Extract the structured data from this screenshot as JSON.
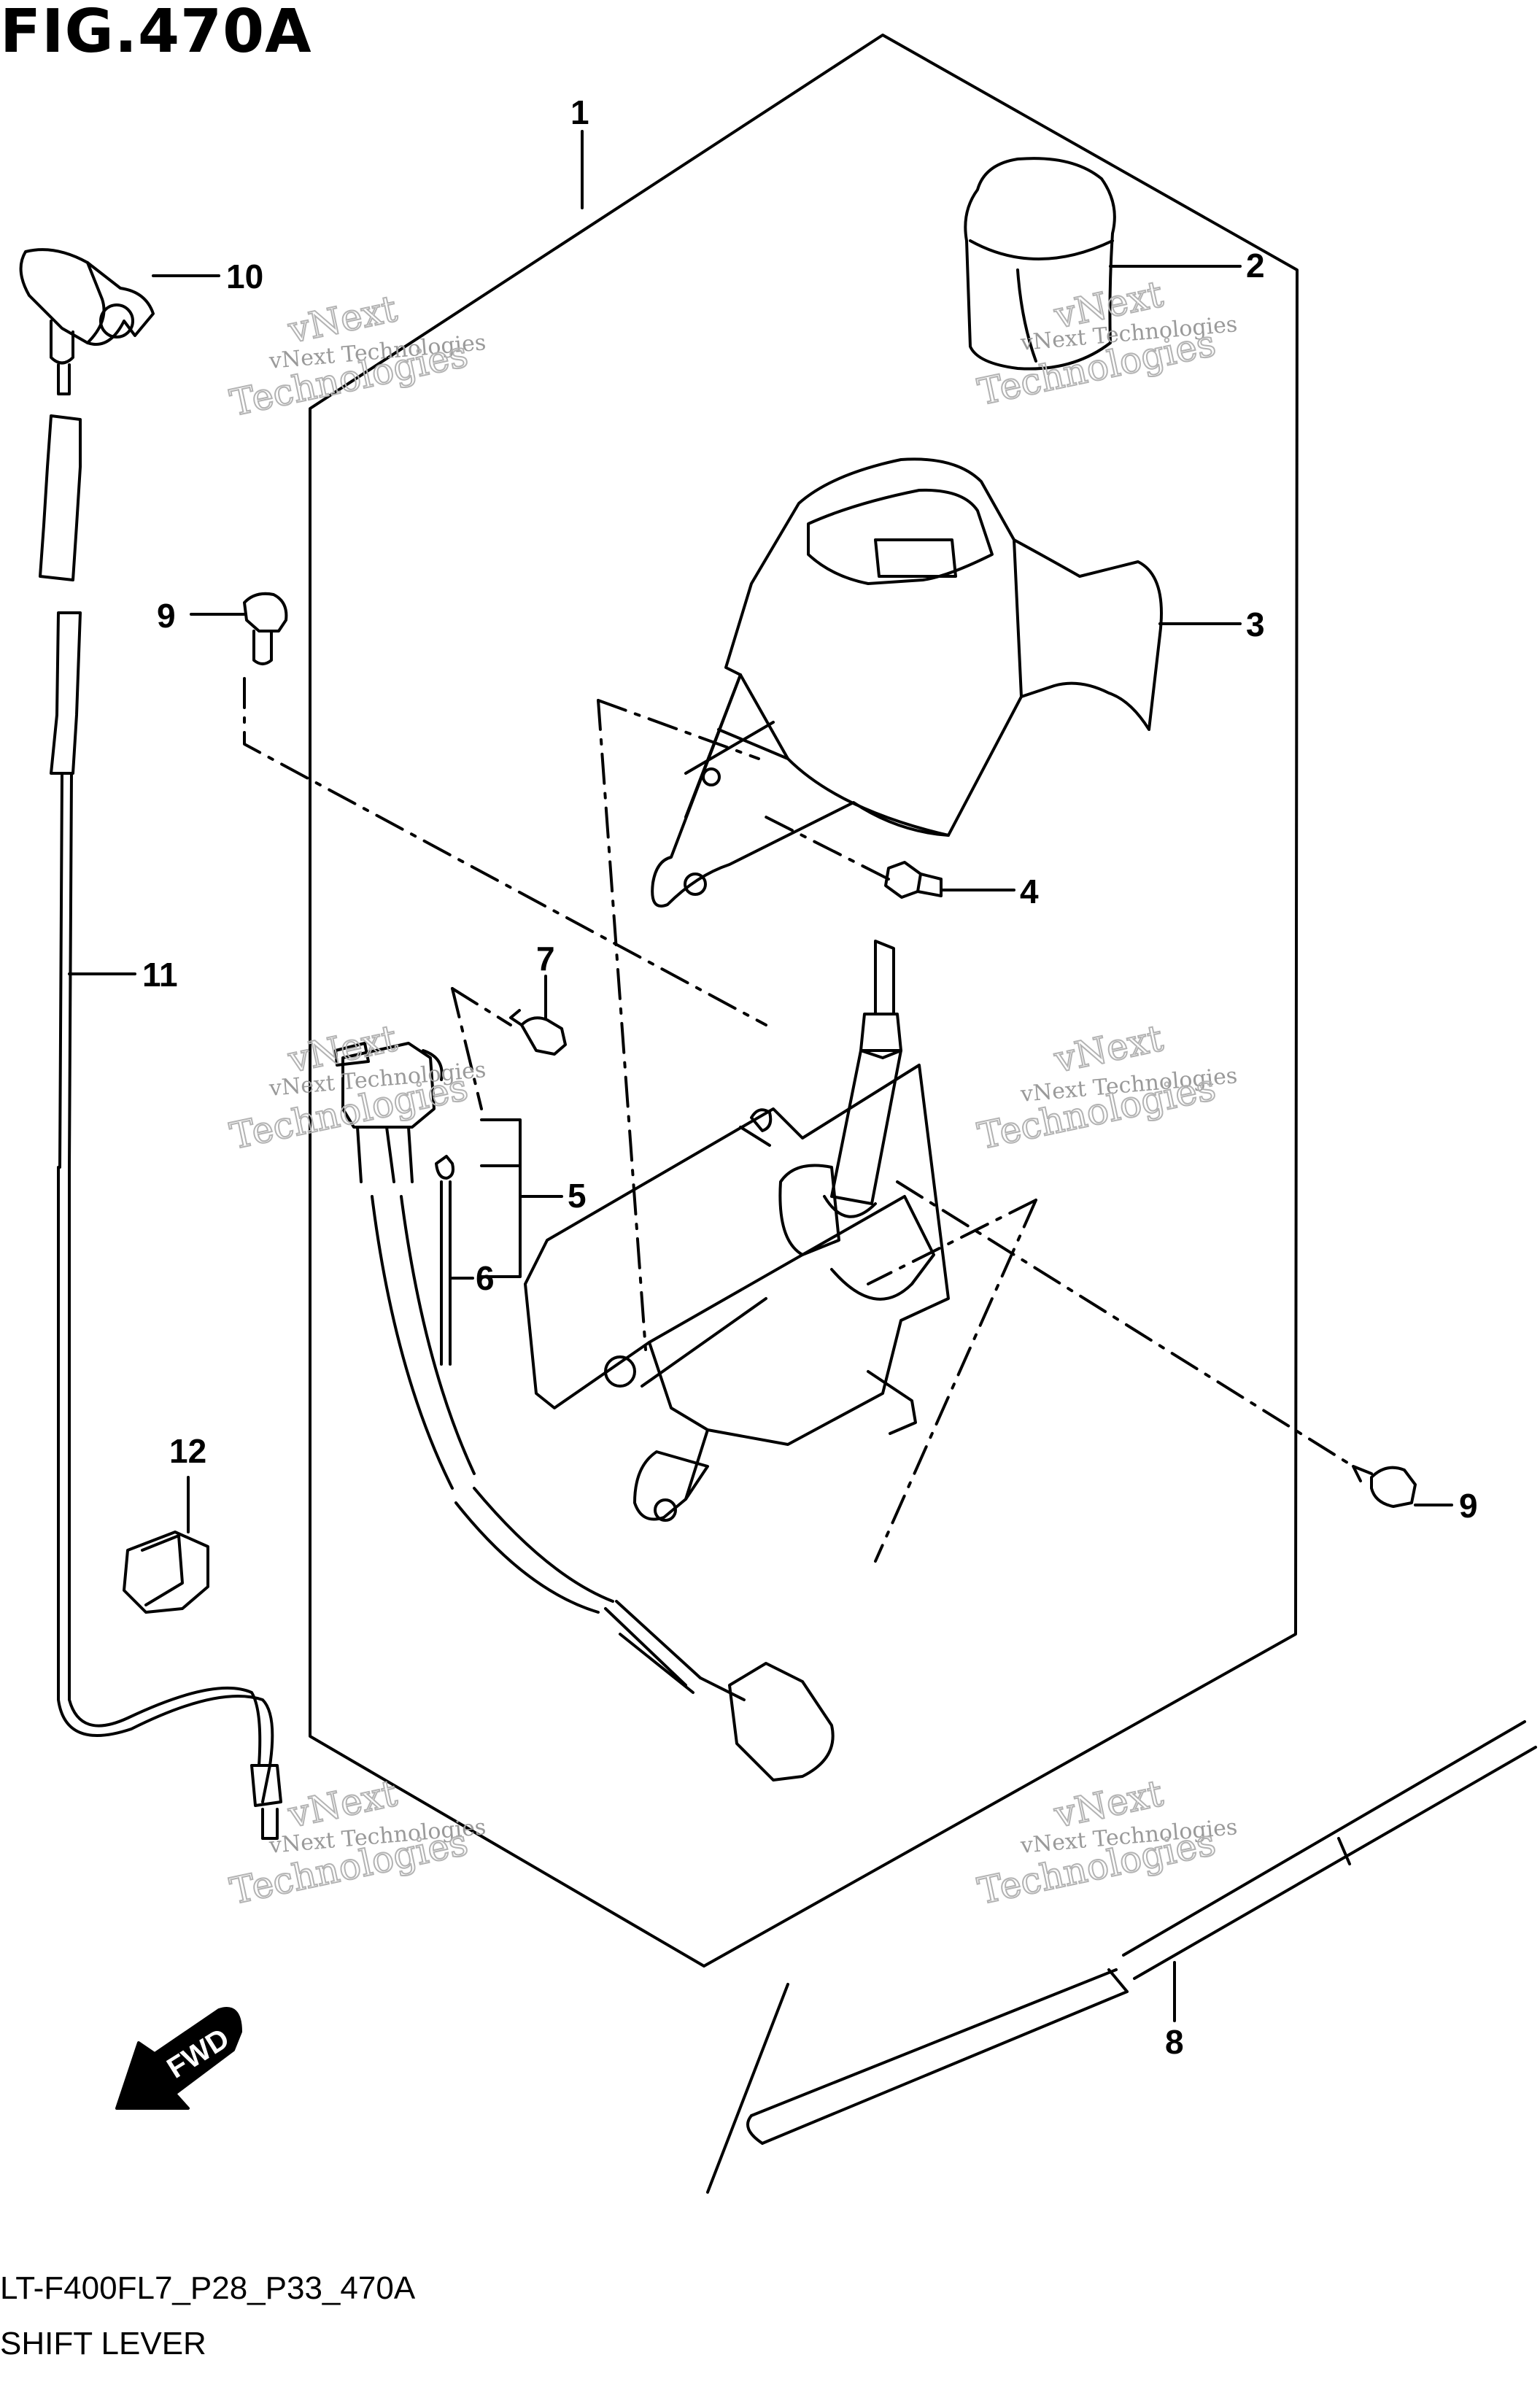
{
  "figure": {
    "title": "FIG.470A",
    "code": "LT-F400FL7_P28_P33_470A",
    "name": "SHIFT LEVER"
  },
  "callouts": [
    "1",
    "2",
    "3",
    "4",
    "5",
    "6",
    "7",
    "8",
    "9",
    "9",
    "10",
    "11",
    "12"
  ],
  "watermark": {
    "small": "vNext Technologies",
    "large": "vNext",
    "large2": "Technologies"
  },
  "direction_label": "FWD",
  "colors": {
    "line": "#000000",
    "watermark": "#9a9a9a"
  }
}
